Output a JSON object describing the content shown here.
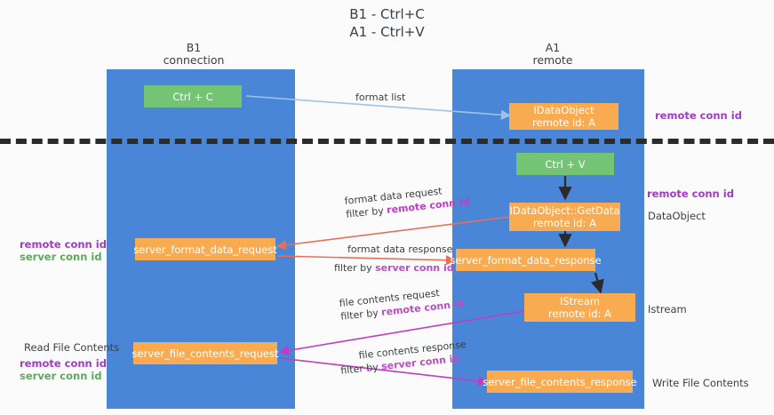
{
  "title": {
    "line1": "B1 - Ctrl+C",
    "line2": "A1 - Ctrl+V"
  },
  "columns": [
    {
      "name": "B1",
      "sub": "connection"
    },
    {
      "name": "A1",
      "sub": "remote"
    }
  ],
  "boxes": {
    "ctrl_c": {
      "line1": "Ctrl + C"
    },
    "data_object_top": {
      "line1": "IDataObject",
      "line2": "remote id: A"
    },
    "ctrl_v": {
      "line1": "Ctrl + V"
    },
    "get_data": {
      "line1": "IDataObject::GetData",
      "line2": "remote id: A"
    },
    "server_format_data_request": {
      "line1": "server_format_data_request"
    },
    "server_format_data_response": {
      "line1": "server_format_data_response"
    },
    "istream": {
      "line1": "IStream",
      "line2": "remote id: A"
    },
    "server_file_contents_request": {
      "line1": "server_file_contents_request"
    },
    "server_file_contents_response": {
      "line1": "server_file_contents_response"
    }
  },
  "annotations": {
    "right_remote_conn_id_top": "remote conn id",
    "right_remote_conn_id_mid": "remote conn id",
    "right_data_object": "DataObject",
    "right_istream": "Istream",
    "right_write_file_contents": "Write File Contents",
    "left_remote_conn_id_mid": "remote conn id",
    "left_server_conn_id_mid": "server conn id",
    "left_read_file_contents": "Read File Contents",
    "left_remote_conn_id_bottom": "remote conn id",
    "left_server_conn_id_bottom": "server conn id"
  },
  "edges": {
    "format_list": {
      "text": "format list"
    },
    "format_data_request": {
      "text": "format data request",
      "filter_prefix": "filter by ",
      "filter_key": "remote conn id"
    },
    "format_data_response": {
      "text": "format data response",
      "filter_prefix": "filter by ",
      "filter_key": "server conn id"
    },
    "file_contents_request": {
      "text": "file contents request",
      "filter_prefix": "filter by ",
      "filter_key": "remote conn id"
    },
    "file_contents_response": {
      "text": "file contents response",
      "filter_prefix": "filter by ",
      "filter_key": "server conn id"
    }
  },
  "colors": {
    "lane": "#4a86d8",
    "green_box": "#74c476",
    "orange_box": "#f9ab51",
    "purple_text": "#a23bc4",
    "green_text": "#5aab5a",
    "arrow_blue": "#9dc3e6",
    "arrow_red": "#e8705a",
    "arrow_magenta": "#c13bc4",
    "arrow_black": "#2b2b2b",
    "background": "#fbfbfb"
  }
}
